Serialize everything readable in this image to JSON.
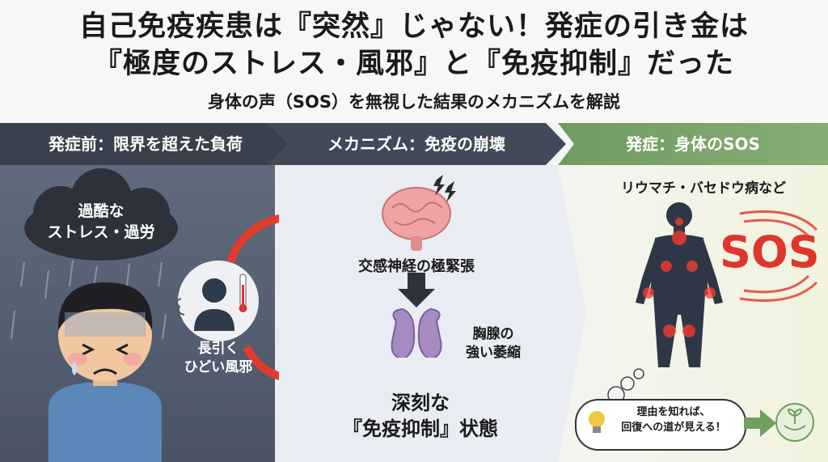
{
  "header": {
    "title_line1": "自己免疫疾患は『突然』じゃない！発症の引き金は",
    "title_line2": "『極度のストレス・風邪』と『免疫抑制』だった",
    "subtitle": "身体の声（SOS）を無視した結果のメカニズムを解説"
  },
  "sections": {
    "before": "発症前：限界を超えた負荷",
    "mechanism": "メカニズム：免疫の崩壊",
    "onset": "発症：身体のSOS"
  },
  "before_panel": {
    "cloud_text": "過酷な\nストレス・過労",
    "cold_text": "長引く\nひどい風邪"
  },
  "mechanism_panel": {
    "brain_label": "交感神経の極緊張",
    "thymus_label": "胸腺の\n強い萎縮",
    "result_label": "深刻な\n『免疫抑制』状態"
  },
  "onset_panel": {
    "disease_label": "リウマチ・バセドウ病など",
    "sos_text": "SOS",
    "bubble_text": "理由を知れば、\n回復への道が見える！"
  },
  "colors": {
    "arrow_red": "#e23b2e",
    "sos_red": "#e0362a",
    "onset_green": "#7aa56a",
    "dark_banner": "#3a414c"
  }
}
